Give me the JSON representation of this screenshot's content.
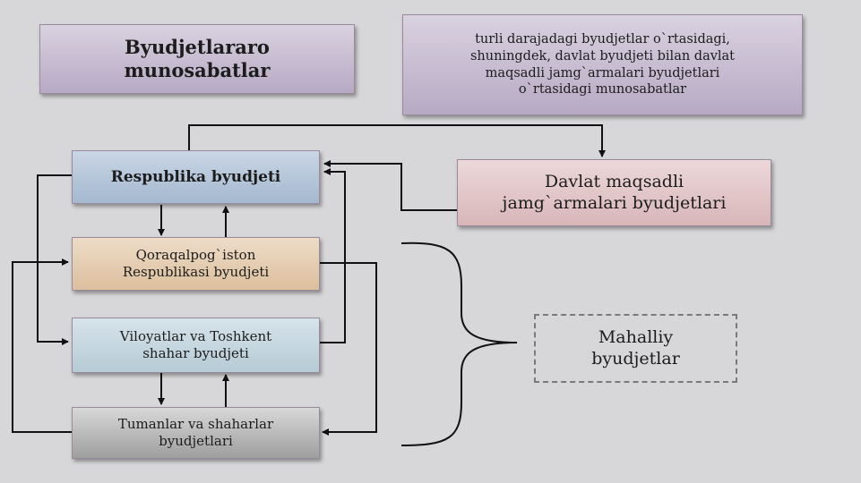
{
  "boxes": {
    "interbudget_title": "Byudjetlararo\nmunosabatlar",
    "definition": "turli darajadagi byudjetlar o`rtasidagi,\nshuningdek, davlat byudjeti bilan davlat\nmaqsadli jamg`armalari byudjetlari\no`rtasidagi munosabatlar",
    "republic_budget": "Respublika byudjeti",
    "state_target_funds": "Davlat maqsadli\njamg`armalari byudjetlari",
    "karakalpakstan_budget": "Qoraqalpog`iston\nRespublikasi byudjeti",
    "regions_tashkent_budget": "Viloyatlar va Toshkent\nshahar byudjeti",
    "districts_cities_budgets": "Tumanlar va shaharlar\nbyudjetlari",
    "local_budgets": "Mahalliy\nbyudjetlar"
  },
  "colors": {
    "background": "#d7d7d9",
    "line": "#111111"
  }
}
